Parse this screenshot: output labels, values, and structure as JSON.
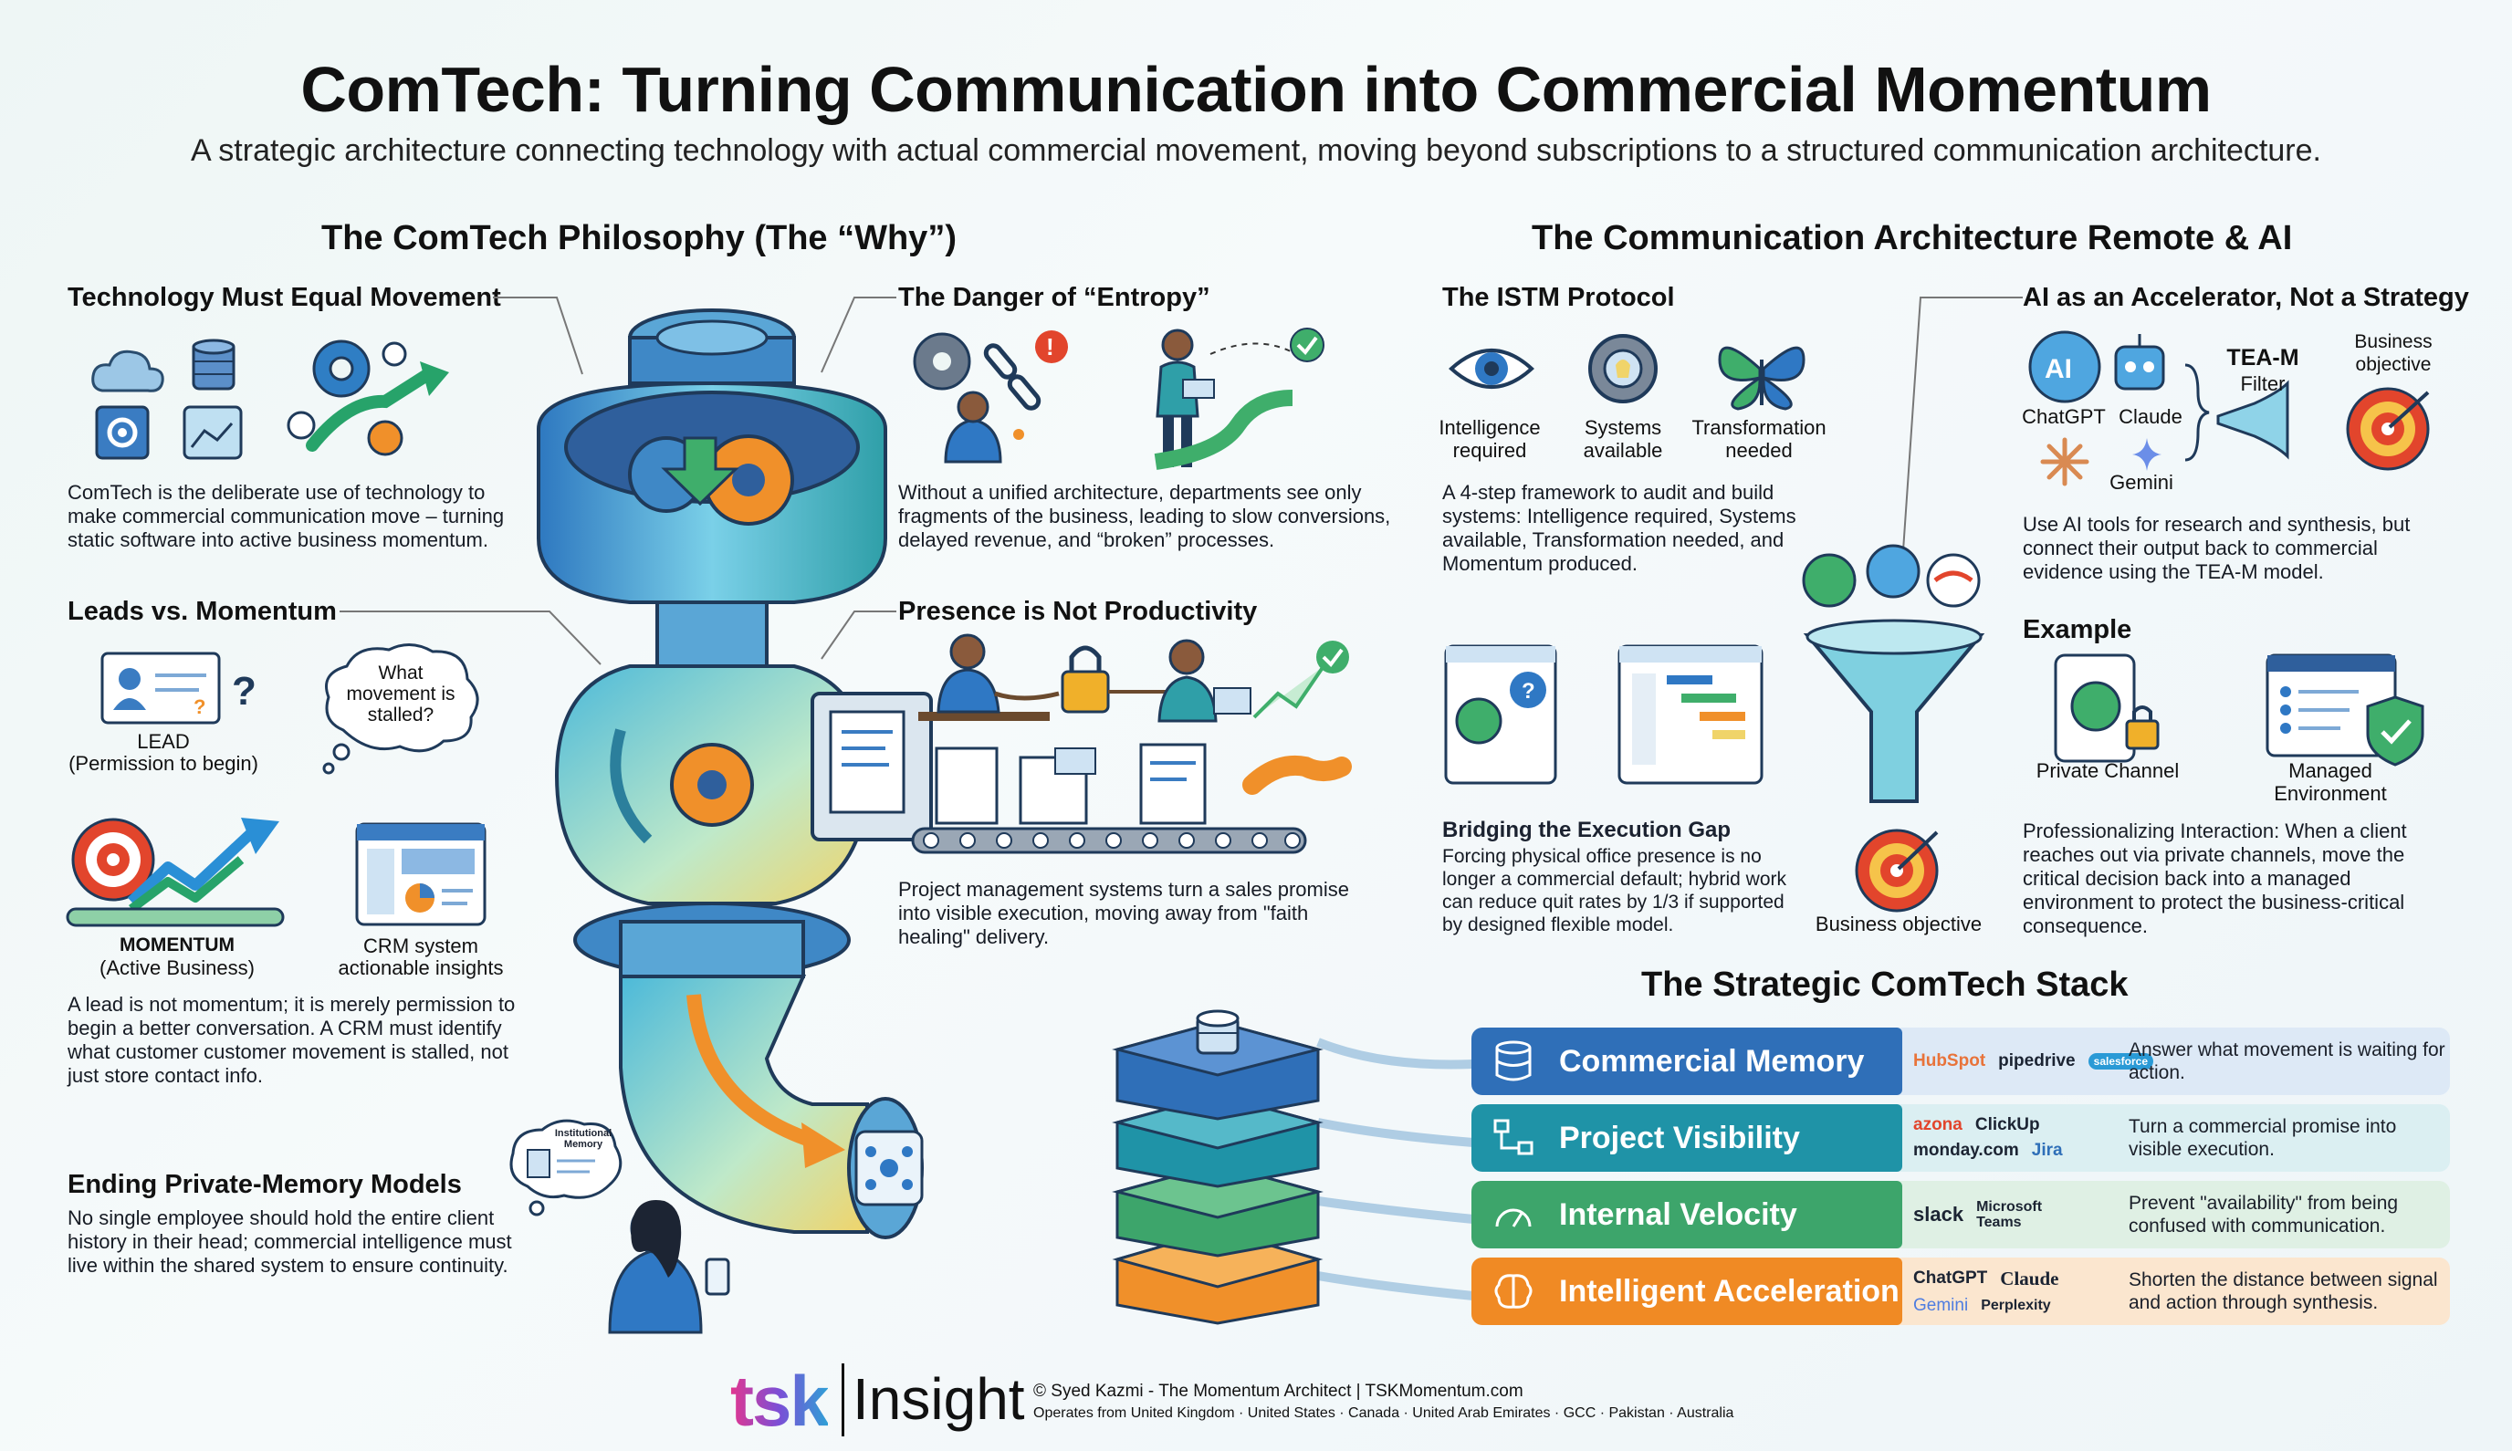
{
  "header": {
    "title": "ComTech: Turning Communication into Commercial Momentum",
    "subtitle": "A strategic architecture connecting technology with actual commercial movement, moving beyond subscriptions to a structured communication architecture."
  },
  "philosophy": {
    "heading": "The ComTech Philosophy (The “Why”)",
    "tech_movement": {
      "title": "Technology Must Equal Movement",
      "body": "ComTech is the deliberate use of technology to make commercial communication move – turning static software into active business momentum."
    },
    "entropy": {
      "title": "The Danger of “Entropy”",
      "body": "Without a unified architecture, departments see only fragments of the business, leading to slow conversions, delayed revenue, and “broken” processes."
    },
    "leads": {
      "title": "Leads vs. Momentum",
      "lead_caption": "LEAD",
      "lead_sub": "(Permission to begin)",
      "bubble": "What movement is stalled?",
      "momentum_caption": "MOMENTUM",
      "momentum_sub": "(Active Business)",
      "crm_caption": "CRM system",
      "crm_sub": "actionable insights",
      "body": "A lead is not momentum; it is merely permission to begin a better conversation. A CRM must identify what customer customer movement is stalled, not just store contact info."
    },
    "presence": {
      "title": "Presence is Not Productivity",
      "body": "Project management systems turn a sales promise into visible execution, moving away from \"faith healing\" delivery."
    },
    "private_memory": {
      "title": "Ending  Private-Memory Models",
      "bubble": "Institutional Memory",
      "body": "No single employee should hold the entire client history in their head; commercial intelligence must live within the shared system to ensure continuity."
    }
  },
  "architecture": {
    "heading": "The Communication Architecture Remote & AI",
    "istm": {
      "title": "The ISTM Protocol",
      "icons": [
        {
          "label": "Intelligence required",
          "icon": "eye-icon"
        },
        {
          "label": "Systems available",
          "icon": "gear-bulb-icon"
        },
        {
          "label": "Transformation needed",
          "icon": "butterfly-icon"
        }
      ],
      "body": "A 4-step framework to audit and build systems: Intelligence required, Systems available, Transformation needed, and Momentum produced."
    },
    "ai": {
      "title": "AI as an Accelerator, Not a Strategy",
      "chatgpt": "ChatGPT",
      "claude": "Claude",
      "gemini": "Gemini",
      "filter_title": "TEA-M",
      "filter_sub": "Filter",
      "objective": "Business objective",
      "body": "Use AI tools for research and synthesis, but connect their output back to commercial evidence using the TEA-M model."
    },
    "gap": {
      "title": "Bridging the Execution Gap",
      "body": "Forcing physical office presence is no longer a commercial default; hybrid work can reduce quit rates by 1/3 if supported by designed flexible model.",
      "objective": "Business objective"
    },
    "example": {
      "title": "Example",
      "private": "Private Channel",
      "managed": "Managed Environment",
      "body": "Professionalizing Interaction: When a client reaches out via private channels, move the critical decision back into a managed environment to protect the business-critical consequence."
    }
  },
  "stack": {
    "heading": "The Strategic ComTech Stack",
    "rows": [
      {
        "label": "Commercial Memory",
        "tools_a": [
          "HubSpot",
          "pipedrive",
          "salesforce"
        ],
        "tools_b": [],
        "desc": "Answer what movement is waiting for action.",
        "color": "#2f6fb8"
      },
      {
        "label": "Project Visibility",
        "tools_a": [
          "azona",
          "ClickUp"
        ],
        "tools_b": [
          "monday.com",
          "Jira"
        ],
        "desc": "Turn a commercial promise into visible execution.",
        "color": "#1f93a7"
      },
      {
        "label": "Internal Velocity",
        "tools_a": [
          "slack",
          "Microsoft Teams"
        ],
        "tools_b": [],
        "desc": "Prevent \"availability\" from being confused with communication.",
        "color": "#3da56b"
      },
      {
        "label": "Intelligent Acceleration",
        "tools_a": [
          "ChatGPT",
          "Claude"
        ],
        "tools_b": [
          "Gemini",
          "Perplexity"
        ],
        "desc": "Shorten the distance between signal and action through synthesis.",
        "color": "#f08a24"
      }
    ]
  },
  "footer": {
    "brand": "tsk",
    "insight": "Insight",
    "copyright": "© Syed Kazmi - The Momentum Architect | TSKMomentum.com",
    "operates": "Operates from United Kingdom · United States · Canada · United Arab Emirates · GCC · Pakistan · Australia"
  }
}
